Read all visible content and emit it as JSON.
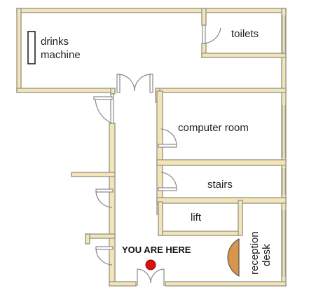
{
  "rooms": {
    "drinks_line1": "drinks",
    "drinks_line2": "machine",
    "toilets": "toilets",
    "computer_room": "computer room",
    "stairs": "stairs",
    "lift": "lift",
    "reception_line1": "reception",
    "reception_line2": "desk"
  },
  "marker": {
    "label": "YOU ARE HERE",
    "color": "#e01010"
  },
  "colors": {
    "wall": "#f3e5b8",
    "reception_desk": "#d9954a"
  }
}
